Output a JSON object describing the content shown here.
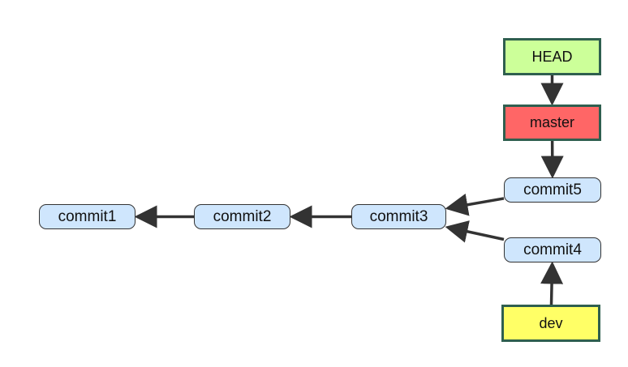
{
  "commits": [
    {
      "id": "commit1",
      "label": "commit1"
    },
    {
      "id": "commit2",
      "label": "commit2"
    },
    {
      "id": "commit3",
      "label": "commit3"
    },
    {
      "id": "commit4",
      "label": "commit4"
    },
    {
      "id": "commit5",
      "label": "commit5"
    }
  ],
  "refs": [
    {
      "id": "head",
      "label": "HEAD",
      "color": "#ccff99"
    },
    {
      "id": "master",
      "label": "master",
      "color": "#ff6666"
    },
    {
      "id": "dev",
      "label": "dev",
      "color": "#ffff66"
    }
  ],
  "colors": {
    "commit_fill": "#cfe6fd",
    "edge": "#333333",
    "ref_border": "#2f5f4f"
  },
  "edges": [
    {
      "from": "head",
      "to": "master"
    },
    {
      "from": "master",
      "to": "commit5"
    },
    {
      "from": "dev",
      "to": "commit4"
    },
    {
      "from": "commit5",
      "to": "commit3"
    },
    {
      "from": "commit4",
      "to": "commit3"
    },
    {
      "from": "commit3",
      "to": "commit2"
    },
    {
      "from": "commit2",
      "to": "commit1"
    }
  ]
}
